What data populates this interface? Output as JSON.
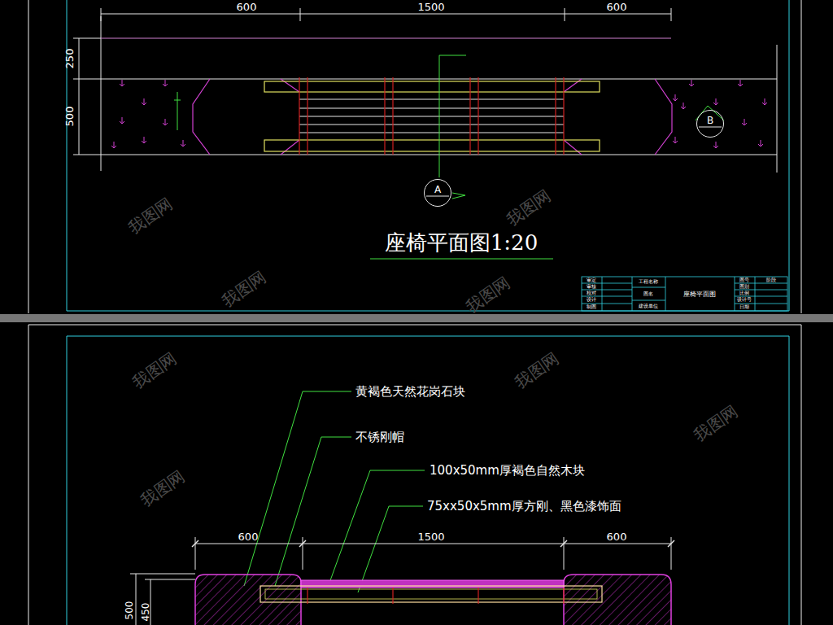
{
  "diagram": {
    "title": "座椅平面图1:20",
    "nodes": [
      {
        "text": [
          "A"
        ]
      },
      {
        "text": [
          "B"
        ]
      }
    ],
    "labels": [
      "600",
      "1500",
      "600",
      "250",
      "500",
      "审定",
      "审核",
      "校对",
      "设计",
      "制图",
      "工程名称",
      "图名",
      "建设单位",
      "座椅平面图",
      "图号",
      "图别",
      "比例",
      "设计号",
      "日期",
      "阶段",
      "黄褐色天然花岗石块",
      "不锈刚帽",
      "100x50mm厚褐色自然木块",
      "75xx50x5mm厚方刚、黑色漆饰面",
      "600",
      "1500",
      "600",
      "500",
      "450",
      "我图网",
      "我图网",
      "我图网",
      "我图网",
      "我图网",
      "我图网",
      "我图网",
      "我图网"
    ]
  }
}
